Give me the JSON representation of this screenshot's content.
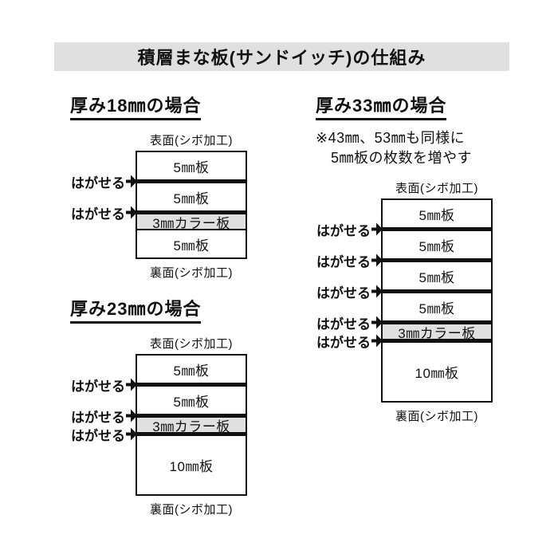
{
  "title": "積層まな板(サンドイッチ)の仕組み",
  "shared": {
    "front_label": "表面(シボ加工)",
    "back_label": "裏面(シボ加工)",
    "peel_label": "はがせる"
  },
  "colors": {
    "banner_bg": "#e0e0e0",
    "color_layer_bg": "#e0e0e0",
    "ink": "#111111"
  },
  "diagrams": [
    {
      "heading": "厚み18㎜の場合",
      "note_lines": [],
      "layers": [
        {
          "label": "5㎜板",
          "thickness_mm": 5,
          "color": false,
          "peel_above": false
        },
        {
          "label": "5㎜板",
          "thickness_mm": 5,
          "color": false,
          "peel_above": true
        },
        {
          "label": "3㎜カラー板",
          "thickness_mm": 3,
          "color": true,
          "peel_above": true
        },
        {
          "label": "5㎜板",
          "thickness_mm": 5,
          "color": false,
          "peel_above": false
        }
      ]
    },
    {
      "heading": "厚み23㎜の場合",
      "note_lines": [],
      "layers": [
        {
          "label": "5㎜板",
          "thickness_mm": 5,
          "color": false,
          "peel_above": false
        },
        {
          "label": "5㎜板",
          "thickness_mm": 5,
          "color": false,
          "peel_above": true
        },
        {
          "label": "3㎜カラー板",
          "thickness_mm": 3,
          "color": true,
          "peel_above": true
        },
        {
          "label": "10㎜板",
          "thickness_mm": 10,
          "color": false,
          "peel_above": true
        }
      ]
    },
    {
      "heading": "厚み33㎜の場合",
      "note_lines": [
        "※43㎜、53㎜も同様に",
        "5㎜板の枚数を増やす"
      ],
      "layers": [
        {
          "label": "5㎜板",
          "thickness_mm": 5,
          "color": false,
          "peel_above": false
        },
        {
          "label": "5㎜板",
          "thickness_mm": 5,
          "color": false,
          "peel_above": true
        },
        {
          "label": "5㎜板",
          "thickness_mm": 5,
          "color": false,
          "peel_above": true
        },
        {
          "label": "5㎜板",
          "thickness_mm": 5,
          "color": false,
          "peel_above": true
        },
        {
          "label": "3㎜カラー板",
          "thickness_mm": 3,
          "color": true,
          "peel_above": true
        },
        {
          "label": "10㎜板",
          "thickness_mm": 10,
          "color": false,
          "peel_above": true
        }
      ]
    }
  ]
}
